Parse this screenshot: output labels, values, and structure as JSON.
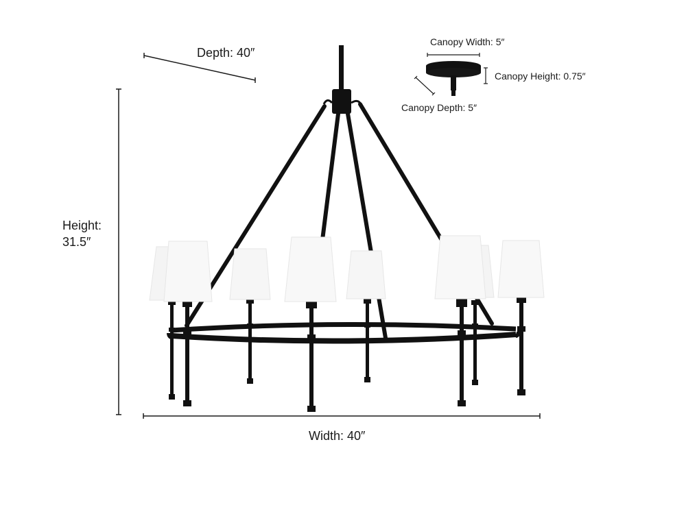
{
  "diagram": {
    "subject": "Chandelier dimension diagram",
    "dimensions": {
      "depth": {
        "label": "Depth: 40″"
      },
      "height": {
        "label_line1": "Height:",
        "label_line2": "31.5″"
      },
      "width": {
        "label": "Width: 40″"
      }
    },
    "canopy": {
      "width": {
        "label": "Canopy Width: 5″"
      },
      "height": {
        "label": "Canopy Height: 0.75″"
      },
      "depth": {
        "label": "Canopy Depth: 5″"
      }
    },
    "fixture": {
      "light_count": 8,
      "finish_color": "#111111",
      "shade_color": "#f7f7f7"
    },
    "colors": {
      "line": "#1a1a1a",
      "background": "#ffffff"
    }
  }
}
